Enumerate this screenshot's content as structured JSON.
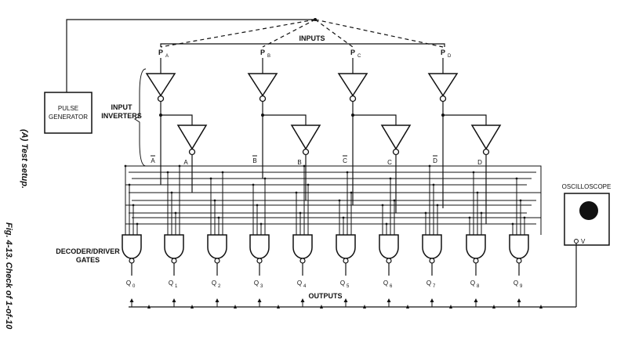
{
  "title": "INPUTS",
  "pulse_generator": "PULSE GENERATOR",
  "input_inverters": "INPUT INVERTERS",
  "decoder_gates": "DECODER/DRIVER GATES",
  "outputs": "OUTPUTS",
  "oscilloscope": "OSCILLOSCOPE",
  "scope_input": "V",
  "input_pins": [
    "A",
    "B",
    "C",
    "D"
  ],
  "pin_prefix": "P",
  "signals": [
    "A",
    "B",
    "C",
    "D"
  ],
  "output_prefix": "Q",
  "output_indices": [
    "0",
    "1",
    "2",
    "3",
    "4",
    "5",
    "6",
    "7",
    "8",
    "9"
  ],
  "caption_a": "(A) Test setup.",
  "caption_fig": "Fig. 4-13. Check of 1-of-10"
}
